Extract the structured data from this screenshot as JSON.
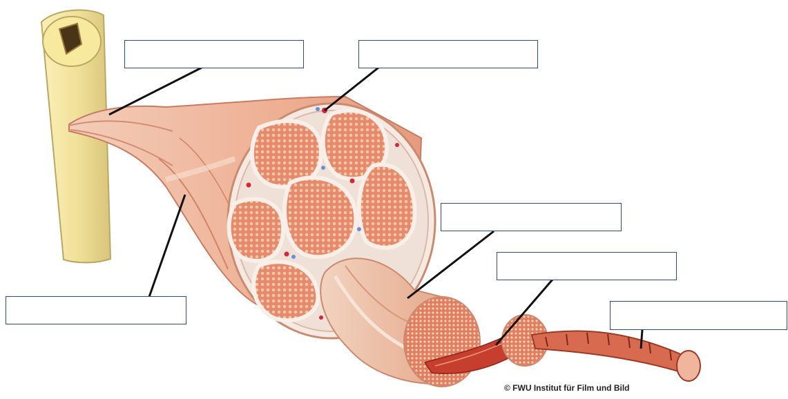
{
  "diagram": {
    "label_boxes": [
      {
        "id": "tendon",
        "text": ""
      },
      {
        "id": "perimysium-vessels",
        "text": ""
      },
      {
        "id": "epimysium",
        "text": ""
      },
      {
        "id": "fascicle",
        "text": ""
      },
      {
        "id": "muscle-fiber",
        "text": ""
      },
      {
        "id": "myofibril",
        "text": ""
      }
    ],
    "copyright": "© FWU Institut für Film und Bild",
    "colors": {
      "bone": "#f3e6a3",
      "muscle_skin": "#f1b79c",
      "fascicle": "#e9866a",
      "connective_tissue": "#f5e9e2",
      "line": "#111111",
      "box_border": "#2f4a7a"
    }
  }
}
